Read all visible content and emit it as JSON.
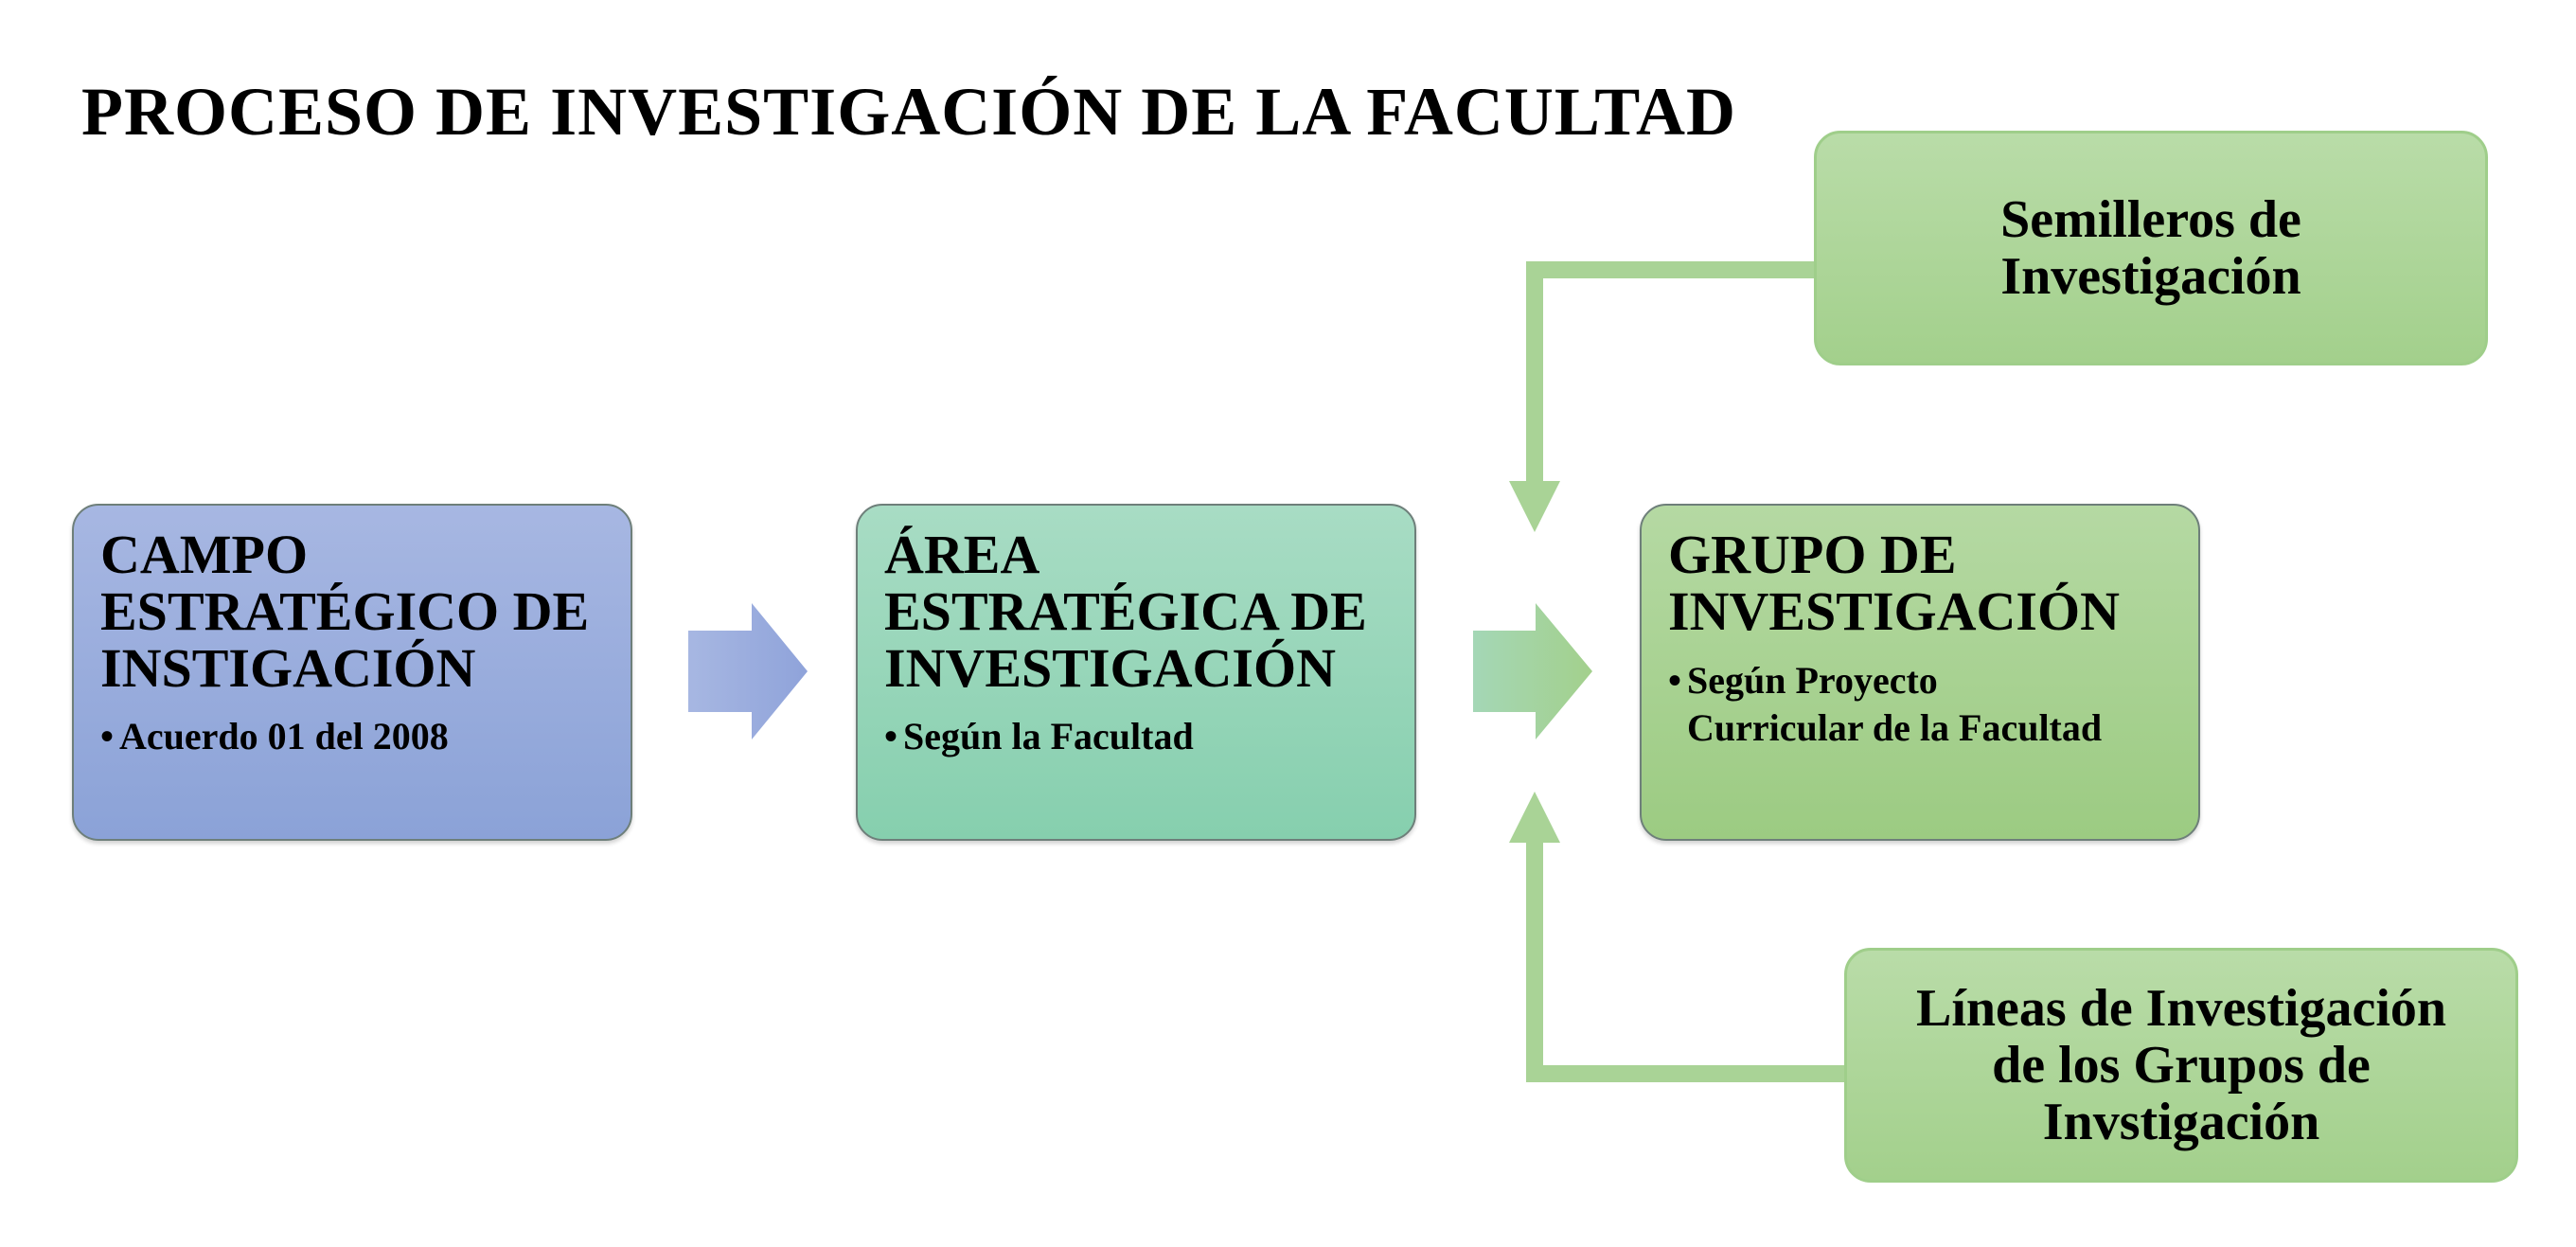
{
  "title": "PROCESO DE INVESTIGACIÓN DE LA FACULTAD",
  "colors": {
    "campo_fill": "#98abdc",
    "area_fill": "#96d5b8",
    "grupo_fill": "#a9d192",
    "arrow_blue": "#9fb0e0",
    "arrow_green": "#a6d28f",
    "connector_green": "#a9d396"
  },
  "boxes": {
    "campo": {
      "heading": "CAMPO ESTRATÉGICO DE INSTIGACIÓN",
      "heading_lines": [
        "CAMPO",
        "ESTRATÉGICO DE",
        "INSTIGACIÓN"
      ],
      "bullet": "Acuerdo 01 del 2008"
    },
    "area": {
      "heading": "ÁREA ESTRATÉGICA DE INVESTIGACIÓN",
      "heading_lines": [
        "ÁREA",
        "ESTRATÉGICA DE",
        "INVESTIGACIÓN"
      ],
      "bullet": "Según la Facultad"
    },
    "grupo": {
      "heading": "GRUPO DE INVESTIGACIÓN",
      "heading_lines": [
        "GRUPO DE",
        "INVESTIGACIÓN"
      ],
      "bullet": "Según Proyecto Curricular de la Facultad",
      "bullet_lines": [
        "Según Proyecto",
        "Curricular de la Facultad"
      ]
    },
    "semilleros": {
      "label": "Semilleros de Investigación",
      "lines": [
        "Semilleros de",
        "Investigación"
      ]
    },
    "lineas": {
      "label": "Líneas de Investigación de los Grupos de Invstigación",
      "lines": [
        "Líneas de Investigación",
        "de los Grupos de",
        "Invstigación"
      ]
    }
  },
  "bullet_symbol": "•"
}
